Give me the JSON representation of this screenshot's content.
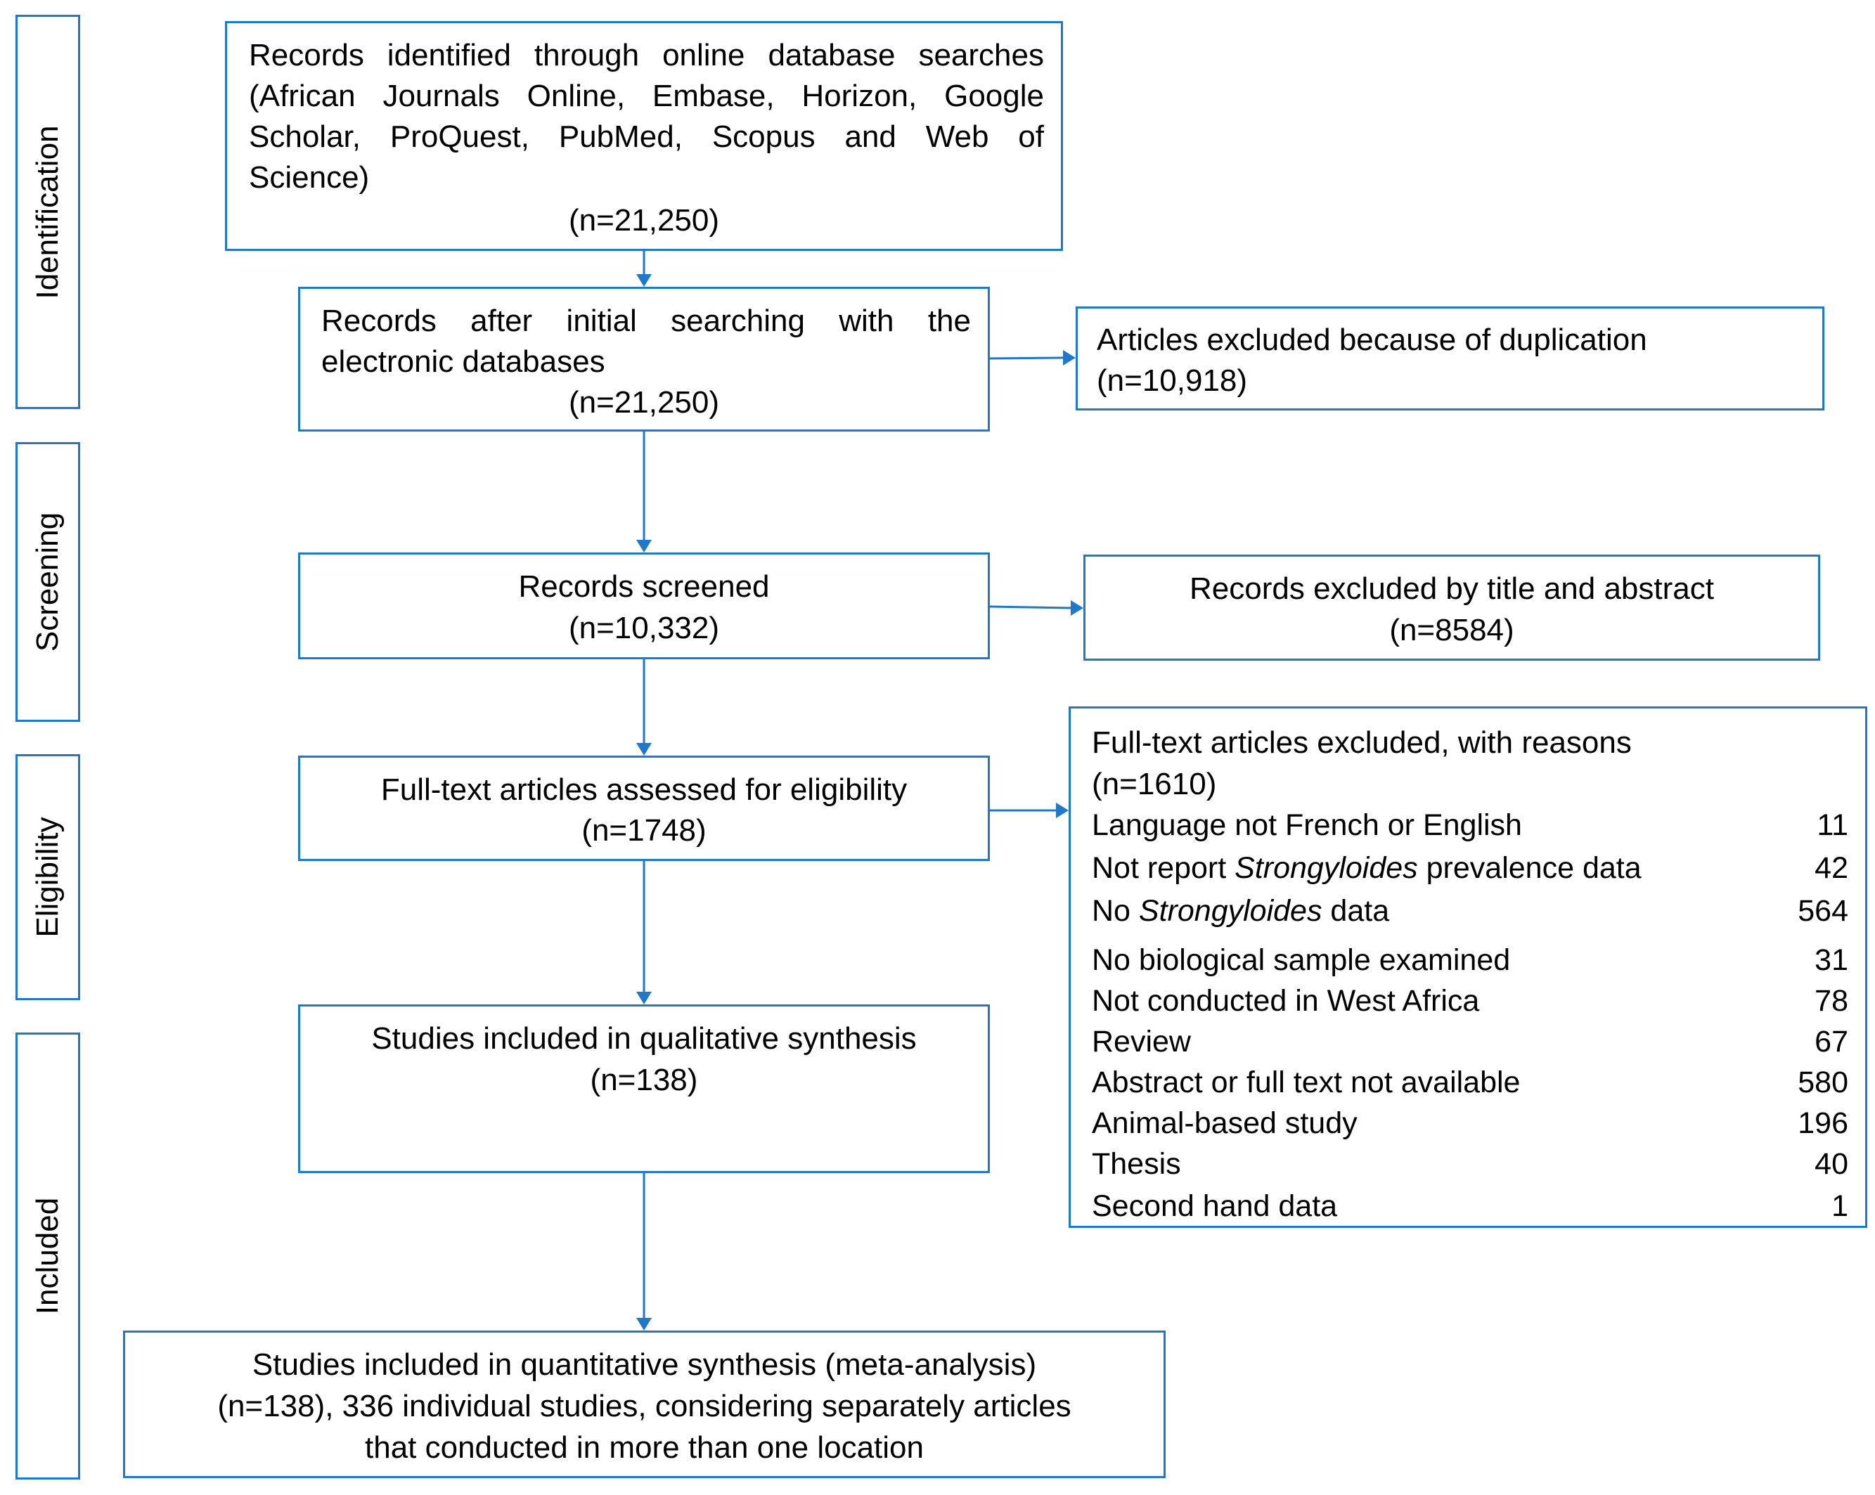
{
  "stages": {
    "identification": "Identification",
    "screening": "Screening",
    "eligibility": "Eligibility",
    "included": "Included"
  },
  "boxes": {
    "records_identified": {
      "text": "Records identified through online database searches (African Journals Online, Embase, Horizon, Google Scholar, ProQuest, PubMed, Scopus and Web of Science)",
      "count": "(n=21,250)"
    },
    "records_after_search": {
      "text": "Records after initial searching with the electronic databases",
      "count": "(n=21,250)"
    },
    "excluded_duplication": {
      "text": "Articles excluded because of duplication",
      "count": "(n=10,918)"
    },
    "records_screened": {
      "text": "Records screened",
      "count": "(n=10,332)"
    },
    "excluded_title_abstract": {
      "text": "Records excluded by title and abstract",
      "count": "(n=8584)"
    },
    "full_text_assessed": {
      "text": "Full-text articles assessed for eligibility",
      "count": "(n=1748)"
    },
    "full_text_excluded": {
      "text": "Full-text articles excluded, with reasons",
      "count": "(n=1610)",
      "reasons": [
        {
          "pre": "Language not French or English",
          "em": "",
          "post": "",
          "count": "11"
        },
        {
          "pre": "Not report ",
          "em": "Strongyloides",
          "post": " prevalence data",
          "count": "42"
        },
        {
          "pre": "No ",
          "em": "Strongyloides",
          "post": " data",
          "count": "564"
        },
        {
          "pre": "No biological sample examined",
          "em": "",
          "post": "",
          "count": "31"
        },
        {
          "pre": "Not conducted in West Africa",
          "em": "",
          "post": "",
          "count": "78"
        },
        {
          "pre": "Review",
          "em": "",
          "post": "",
          "count": "67"
        },
        {
          "pre": "Abstract or full text not available",
          "em": "",
          "post": "",
          "count": "580"
        },
        {
          "pre": "Animal-based study",
          "em": "",
          "post": "",
          "count": "196"
        },
        {
          "pre": "Thesis",
          "em": "",
          "post": "",
          "count": "40"
        },
        {
          "pre": "Second hand data",
          "em": "",
          "post": "",
          "count": "1"
        }
      ]
    },
    "qualitative": {
      "text": "Studies included in qualitative synthesis",
      "count": "(n=138)"
    },
    "quantitative": {
      "line1": "Studies included in quantitative synthesis (meta-analysis)",
      "line2": "(n=138), 336 individual studies, considering separately articles",
      "line3": "that conducted in more than one location"
    }
  },
  "colors": {
    "border": "#1f78c8",
    "arrow": "#1f78c8",
    "text": "#000000",
    "background": "#ffffff"
  }
}
